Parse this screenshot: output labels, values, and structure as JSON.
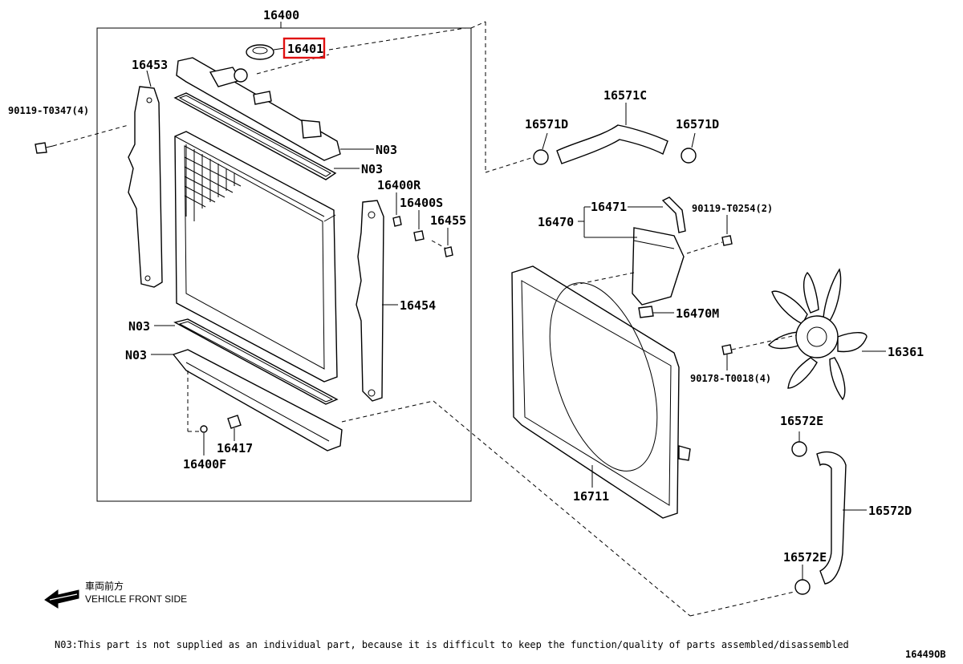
{
  "labels": {
    "l16400": "16400",
    "l16401": "16401",
    "l16453": "16453",
    "l90119_t0347": "90119-T0347(4)",
    "n03_top1": "N03",
    "n03_top2": "N03",
    "n03_bot1": "N03",
    "n03_bot2": "N03",
    "l16400r": "16400R",
    "l16400s": "16400S",
    "l16455": "16455",
    "l16454": "16454",
    "l16417": "16417",
    "l16400f": "16400F",
    "l16571c": "16571C",
    "l16571d_left": "16571D",
    "l16571d_right": "16571D",
    "l16471": "16471",
    "l16470": "16470",
    "l90119_t0254": "90119-T0254(2)",
    "l16470m": "16470M",
    "l16361": "16361",
    "l90178_t0018": "90178-T0018(4)",
    "l16711": "16711",
    "l16572e_top": "16572E",
    "l16572d": "16572D",
    "l16572e_bot": "16572E"
  },
  "highlighted_part": "16401",
  "highlight_color": "#e01010",
  "direction": {
    "japanese": "車両前方",
    "english": "VEHICLE FRONT SIDE",
    "arrow_icon": "left-arrow-icon"
  },
  "footnote": "N03:This part is not supplied as an individual part, because it is difficult to keep the function/quality of parts assembled/disassembled",
  "diagram_code": "16449OB"
}
